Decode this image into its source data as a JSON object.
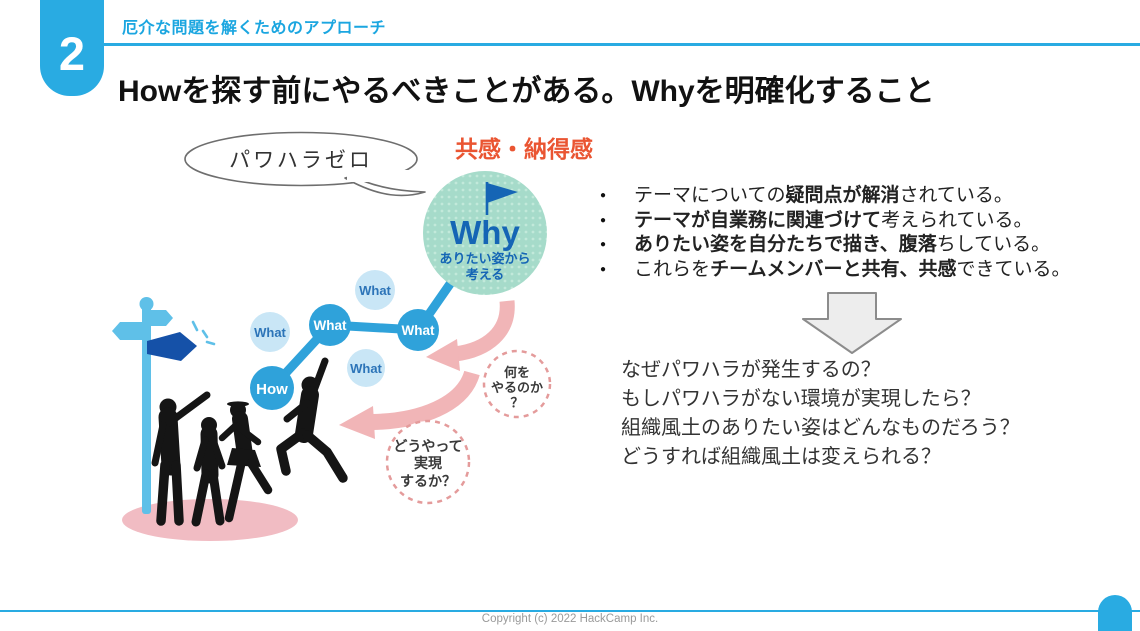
{
  "slide": {
    "badge_number": "2",
    "kicker": "厄介な問題を解くためのアプローチ",
    "title": "Howを探す前にやるべきことがある。Whyを明確化すること",
    "copyright": "Copyright (c) 2022 HackCamp Inc."
  },
  "diagram": {
    "bubble_text": "パワハラゼロ",
    "empathy_label": "共感・納得感",
    "why_label": "Why",
    "why_sub_line1": "ありたい姿から",
    "why_sub_line2": "考える",
    "what_label": "What",
    "how_label": "How",
    "q_what": {
      "line1": "何を",
      "line2": "やるのか",
      "line3": "？"
    },
    "q_how": {
      "line1": "どうやって",
      "line2": "実現",
      "line3": "するか？"
    }
  },
  "checklist": {
    "items": [
      [
        {
          "t": "テーマについての",
          "b": false
        },
        {
          "t": "疑問点が解消",
          "b": true
        },
        {
          "t": "されている。",
          "b": false
        }
      ],
      [
        {
          "t": "テーマが自業務に関連づけて",
          "b": true
        },
        {
          "t": "考えられている。",
          "b": false
        }
      ],
      [
        {
          "t": "ありたい姿を自分たちで描き、腹落",
          "b": true
        },
        {
          "t": "ちしている。",
          "b": false
        }
      ],
      [
        {
          "t": "これらを",
          "b": false
        },
        {
          "t": "チームメンバーと共有、共感",
          "b": true
        },
        {
          "t": "できている。",
          "b": false
        }
      ]
    ]
  },
  "questions": {
    "lines": [
      "なぜパワハラが発生するの？",
      "もしパワハラがない環境が実現したら？",
      "組織風土のありたい姿はどんなものだろう？",
      "どうすれば組織風土は変えられる？"
    ]
  },
  "colors": {
    "accent_blue": "#29abe2",
    "circle_blue": "#2fa2da",
    "deep_blue": "#1565b5",
    "navy": "#1551a8",
    "teal": "#a6daca",
    "light_blue": "#c9e6f6",
    "pink": "#f1b5b7",
    "ground_pink": "#f1bcc3",
    "orange": "#ea5532",
    "footer_gray": "#9a9a9a"
  }
}
